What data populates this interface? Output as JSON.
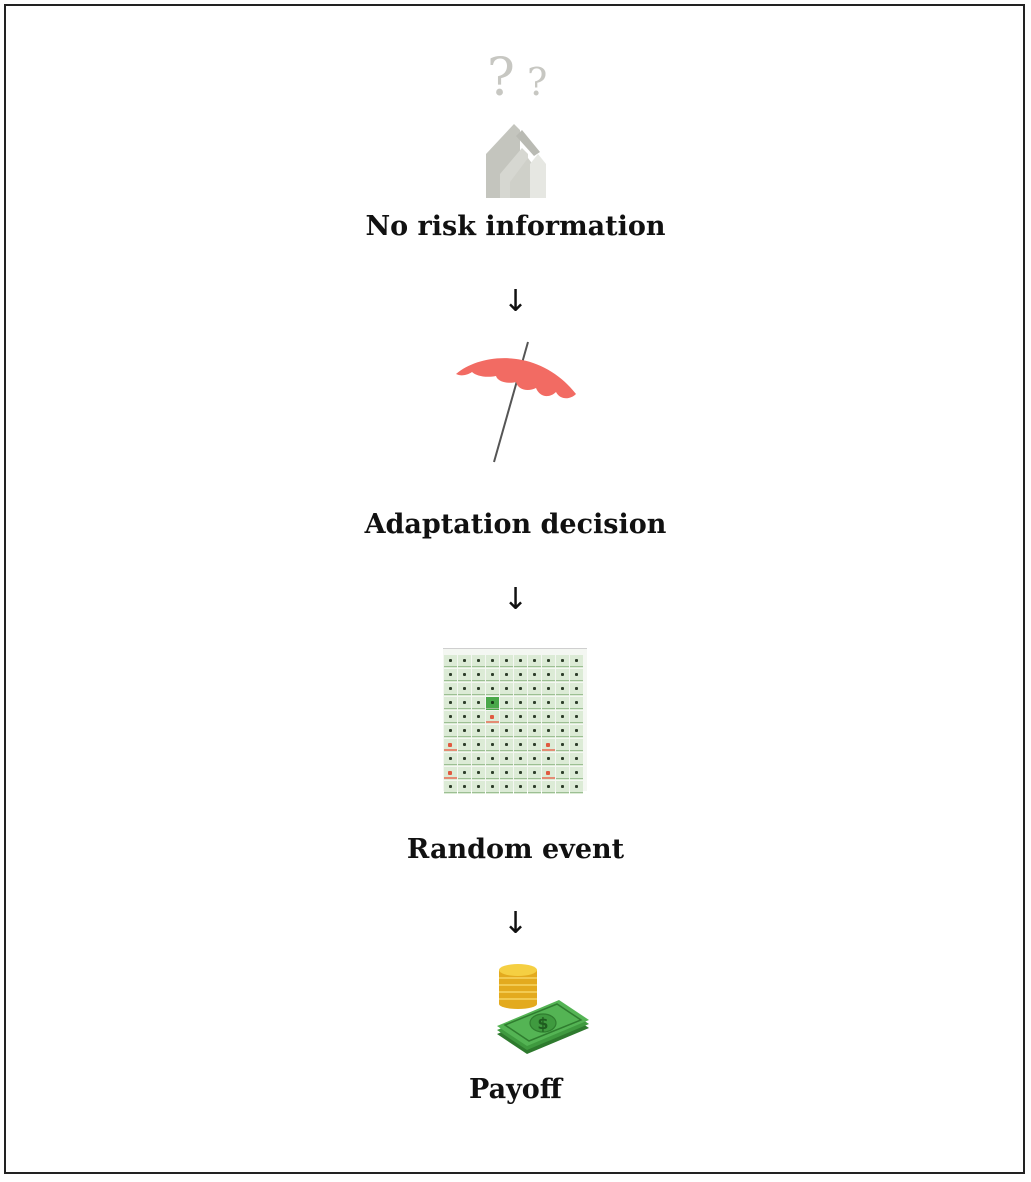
{
  "steps": [
    {
      "label": "No risk information",
      "icon": "house-question-icon"
    },
    {
      "label": "Adaptation decision",
      "icon": "umbrella-icon"
    },
    {
      "label": "Random event",
      "icon": "event-grid-icon"
    },
    {
      "label": "Payoff",
      "icon": "money-icon"
    }
  ],
  "glyphs": {
    "question": "?",
    "arrow": "↓",
    "dollar": "$"
  },
  "grid": {
    "rows": 10,
    "cols": 10,
    "selected_cells": [
      [
        3,
        3
      ]
    ],
    "hit_cells": [
      [
        4,
        3
      ],
      [
        6,
        0
      ],
      [
        6,
        7
      ],
      [
        8,
        0
      ],
      [
        8,
        7
      ]
    ]
  },
  "colors": {
    "umbrella": "#f26b63",
    "house": "#c5c6bf",
    "cell": "#dcebd6",
    "cell_selected": "#4aa84a",
    "cell_hit": "#e05a40",
    "coin": "#f1c232",
    "bill": "#3f9a3f"
  }
}
